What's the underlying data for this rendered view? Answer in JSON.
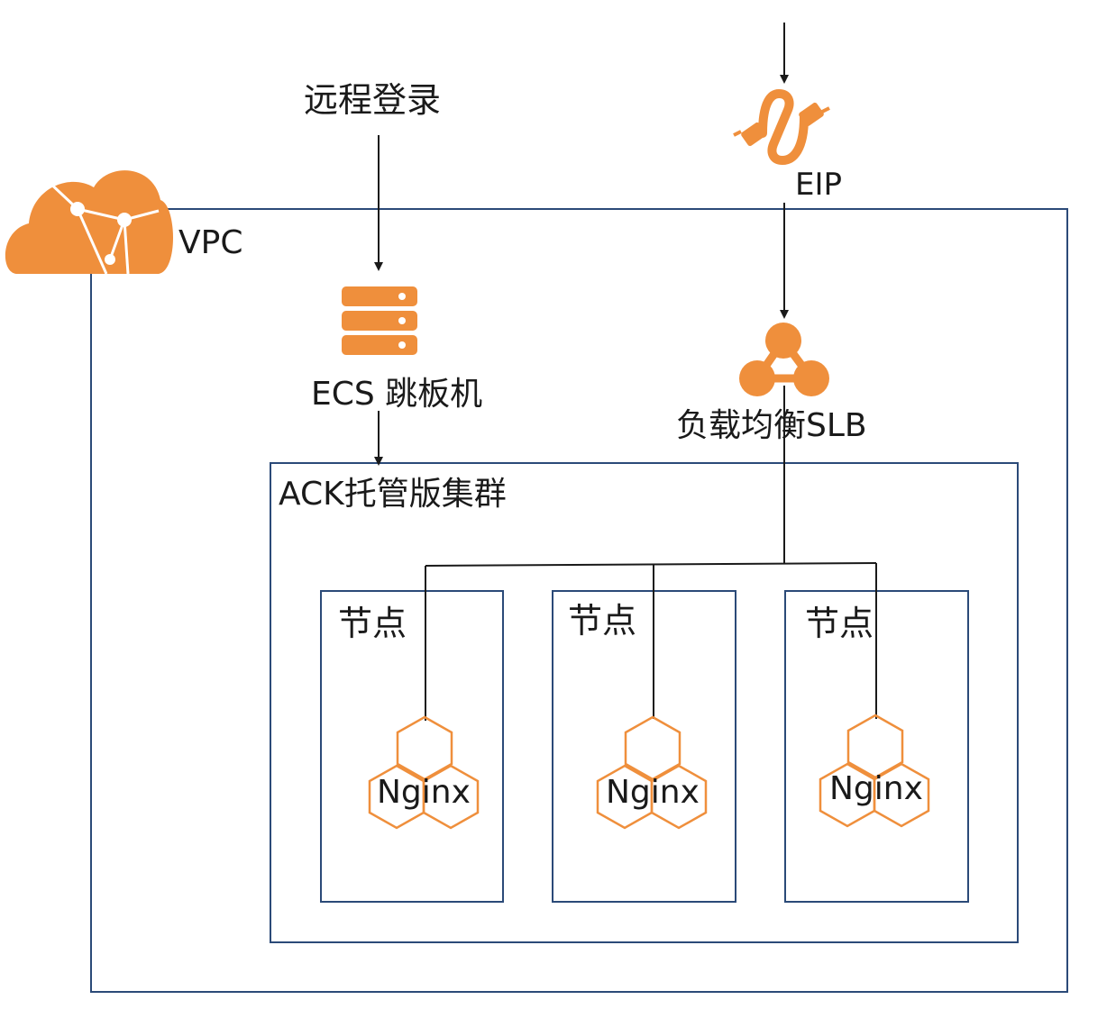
{
  "labels": {
    "remote_login": "远程登录",
    "eip": "EIP",
    "vpc": "VPC",
    "ecs": "ECS 跳板机",
    "slb": "负载均衡SLB",
    "cluster": "ACK托管版集群"
  },
  "nodes": [
    {
      "label": "节点",
      "pod_label": "Nginx"
    },
    {
      "label": "节点",
      "pod_label": "Nginx"
    },
    {
      "label": "节点",
      "pod_label": "Nginx"
    }
  ],
  "colors": {
    "border": "#2b4a78",
    "icon_orange": "#ef8f3c",
    "line": "#1a1a1a",
    "text": "#1a1a1a"
  },
  "icons": [
    "cloud-network-icon",
    "eip-link-icon",
    "server-icon",
    "slb-icon",
    "nginx-hexagon-icon"
  ]
}
